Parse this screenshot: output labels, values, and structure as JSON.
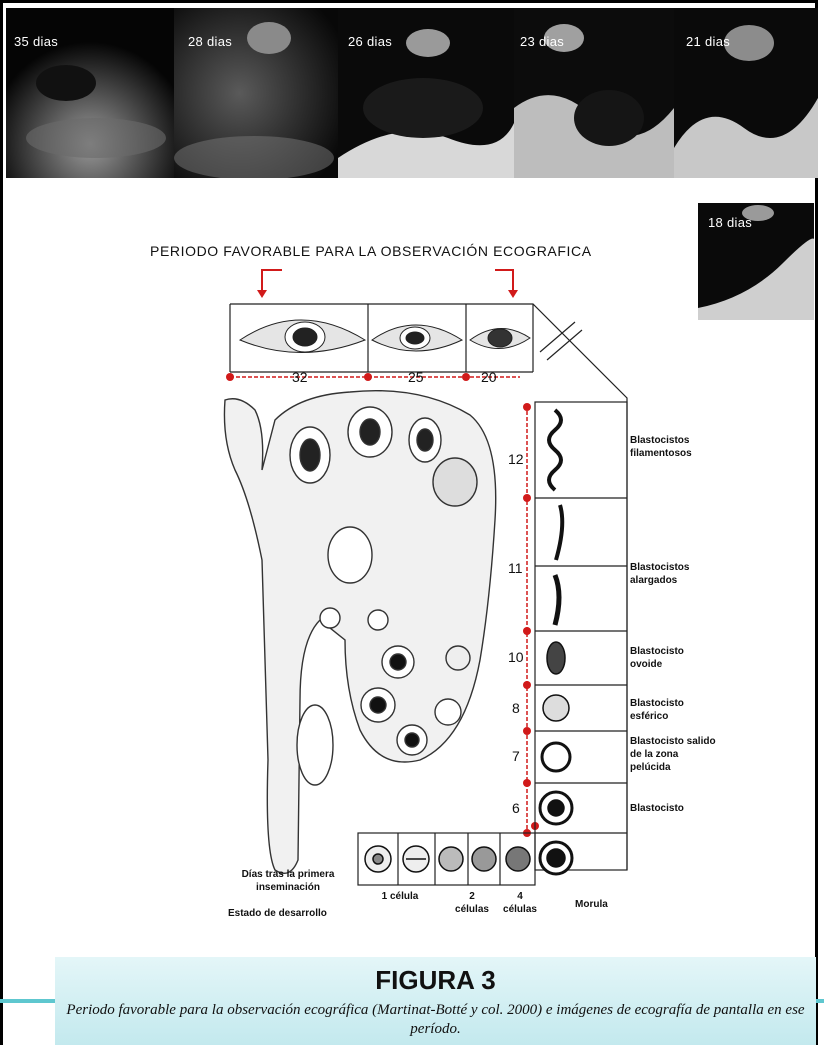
{
  "ultrasound_strip": {
    "labels": [
      "35 dias",
      "28 dias",
      "26 dias",
      "23 dias",
      "21 dias"
    ],
    "single_label": "18 dias"
  },
  "diagram": {
    "period_title": "PERIODO FAVORABLE PARA LA OBSERVACIÓN ECOGRAFICA",
    "top_days": [
      "32",
      "25",
      "20"
    ],
    "side_days": [
      "12",
      "11",
      "10",
      "8",
      "7",
      "6"
    ],
    "stage_labels": [
      "Blastocistos filamentosos",
      "Blastocistos alargados",
      "Blastocisto ovoide",
      "Blastocisto esférico",
      "Blastocisto salido de la zona pelúcida",
      "Blastocisto"
    ],
    "bottom_left": {
      "days_label": "Días tras la primera inseminación",
      "stage_label": "Estado de desarrollo"
    },
    "bottom_cells": [
      "1 célula",
      "2 células",
      "4 células",
      "Morula"
    ]
  },
  "caption": {
    "title": "FIGURA 3",
    "text": "Periodo favorable para la observación ecográfica (Martinat-Botté y col. 2000) e imágenes de ecografía de pantalla en ese período."
  },
  "colors": {
    "accent_red": "#d11a1a",
    "caption_bg": "#c9ecf0",
    "teal_line": "#5ec7cf"
  }
}
